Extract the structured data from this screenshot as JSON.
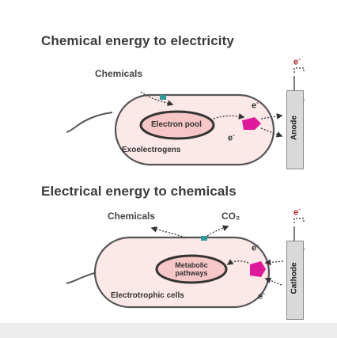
{
  "top": {
    "title": "Chemical energy to electricity",
    "chemicals_label": "Chemicals",
    "pool_label": "Electron pool",
    "organism_label": "Exoelectrogens",
    "electrode_label": "Anode",
    "electron_symbol": "e",
    "electron_sup": "-"
  },
  "bottom": {
    "title": "Electrical energy to chemicals",
    "chemicals_label": "Chemicals",
    "co2_label": "CO₂",
    "pool_label_line1": "Metabolic",
    "pool_label_line2": "pathways",
    "organism_label": "Electrotrophic cells",
    "electrode_label": "Cathode",
    "electron_symbol": "e",
    "electron_sup": "-"
  },
  "colors": {
    "cell_fill": "#fde8e8",
    "cell_stroke": "#555555",
    "pool_fill": "#f7c6c6",
    "protein_magenta": "#e0189a",
    "protein_teal": "#2a9a9a",
    "electrode_fill": "#d9d9d9",
    "title_color": "#3b3b3b"
  }
}
